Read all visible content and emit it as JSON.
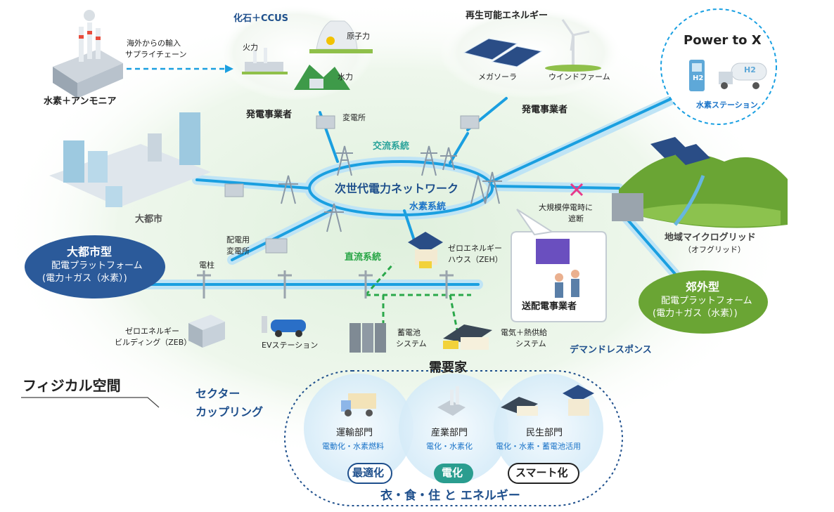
{
  "top": {
    "hydrogen_ammonia": "水素＋アンモニア",
    "import_line1": "海外からの輸入",
    "import_line2": "サプライチェーン",
    "fossil_ccus": "化石＋CCUS",
    "thermal": "火力",
    "nuclear": "原子力",
    "hydro": "水力",
    "renewable": "再生可能エネルギー",
    "mega_solar": "メガソーラ",
    "wind_farm": "ウインドファーム",
    "power_to_x": "Power to X",
    "h2_station": "水素ステーション",
    "h2_label": "H2"
  },
  "network": {
    "generator_left": "発電事業者",
    "substation": "変電所",
    "generator_right": "発電事業者",
    "ac_system": "交流系統",
    "next_gen_network": "次世代電力ネットワーク",
    "hydrogen_system": "水素系統",
    "dc_system": "直流系統",
    "blackout_line1": "大規模停電時に",
    "blackout_line2": "遮断"
  },
  "left": {
    "big_city": "大都市",
    "urban_type_title": "大都市型",
    "urban_type_line1": "配電プラットフォーム",
    "urban_type_line2": "(電力＋ガス（水素）)",
    "dist_substation_line1": "配電用",
    "dist_substation_line2": "変電所",
    "pole": "電柱",
    "zeb_line1": "ゼロエネルギー",
    "zeb_line2": "ビルディング（ZEB）",
    "ev_station": "EVステーション"
  },
  "center": {
    "zeh_line1": "ゼロエネルギー",
    "zeh_line2": "ハウス（ZEH）",
    "battery_line1": "蓄電池",
    "battery_line2": "システム",
    "heat_line1": "電気＋熱供給",
    "heat_line2": "システム",
    "grid_operator": "送配電事業者"
  },
  "right": {
    "microgrid": "地域マイクログリッド",
    "offgrid": "（オフグリッド）",
    "suburban_title": "郊外型",
    "suburban_line1": "配電プラットフォーム",
    "suburban_line2": "(電力＋ガス（水素）)",
    "demand_response": "デマンドレスポンス"
  },
  "bottom": {
    "physical_space": "フィジカル空間",
    "sector_coupling_line1": "セクター",
    "sector_coupling_line2": "カップリング",
    "consumers": "需要家",
    "transport": "運輸部門",
    "transport_sub": "電動化・水素燃料",
    "industry": "産業部門",
    "industry_sub": "電化・水素化",
    "residential": "民生部門",
    "residential_sub": "電化・水素・蓄電池活用",
    "optimize": "最適化",
    "electrify": "電化",
    "smart": "スマート化",
    "footer": "衣・食・住 と エネルギー"
  },
  "colors": {
    "grid_line": "#1a9fe0",
    "grid_glow": "#bfe4f5",
    "navy_fill": "#2b5a9a",
    "green_fill": "#6aa534",
    "dc_dash": "#2aa84a",
    "background_tint": "#e6f3e4"
  }
}
